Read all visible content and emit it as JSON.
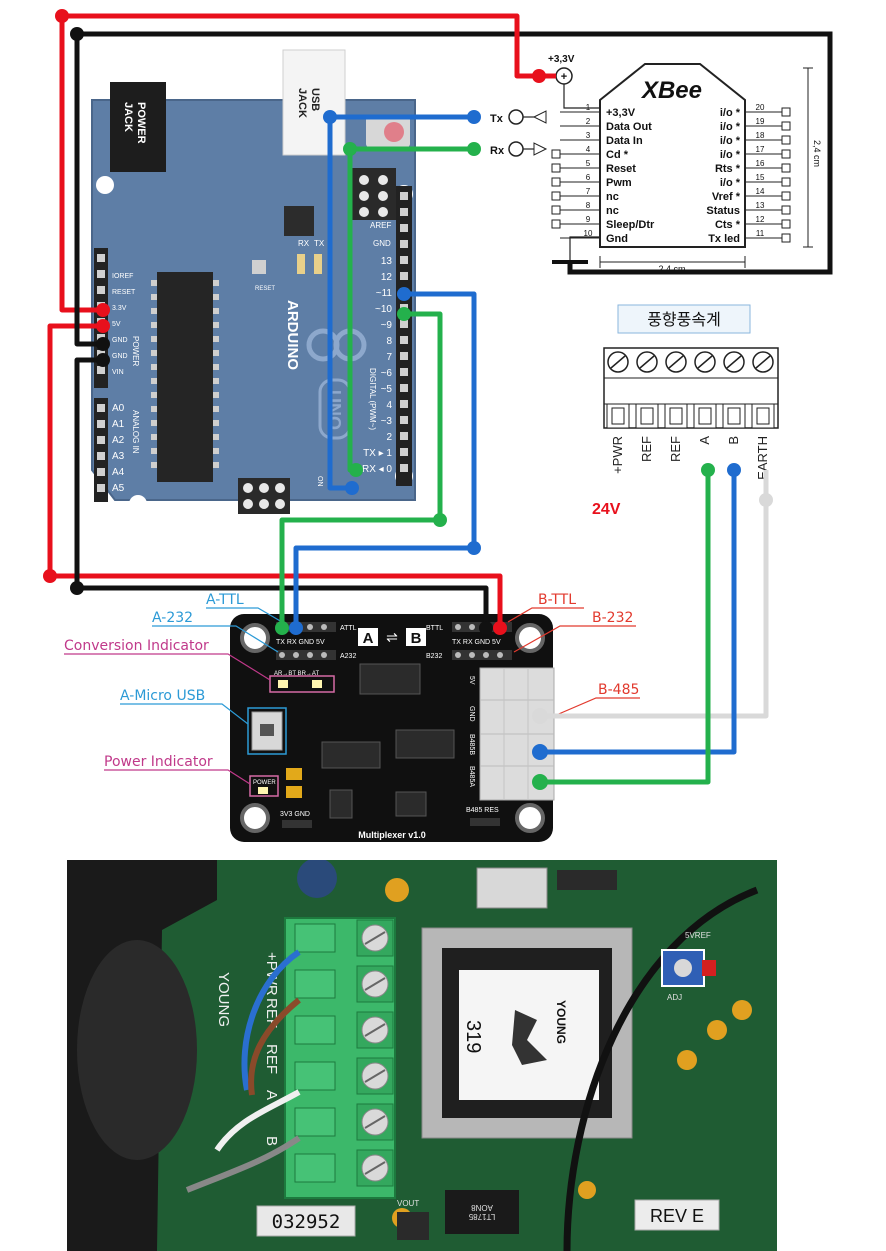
{
  "arduino": {
    "power_jack": [
      "POWER",
      "JACK"
    ],
    "usb_jack": [
      "USB",
      "JACK"
    ],
    "brand": "ARDUINO",
    "model": "UNO",
    "reset": "RESET",
    "on": "ON",
    "rx_led": "RX",
    "tx_led": "TX",
    "aref": "AREF",
    "gnd": "GND",
    "digital_pins": [
      "13",
      "12",
      "~11",
      "~10",
      "~9",
      "8",
      "7",
      "~6",
      "~5",
      "4",
      "~3",
      "2",
      "TX ▸ 1",
      "RX ◂ 0"
    ],
    "power_pins": [
      "IOREF",
      "RESET",
      "3.3V",
      "5V",
      "GND",
      "GND",
      "VIN"
    ],
    "analog_pins": [
      "A0",
      "A1",
      "A2",
      "A3",
      "A4",
      "A5"
    ],
    "power_label": "POWER",
    "analog_label": "ANALOG IN",
    "digital_label": "DIGITAL (PWM~)"
  },
  "xbee": {
    "title": "XBee",
    "supply": "+3,3V",
    "tx": "Tx",
    "rx": "Rx",
    "left_pins": [
      {
        "num": "1",
        "label": "+3,3V"
      },
      {
        "num": "2",
        "label": "Data Out"
      },
      {
        "num": "3",
        "label": "Data In"
      },
      {
        "num": "4",
        "label": "Cd *"
      },
      {
        "num": "5",
        "label": "Reset"
      },
      {
        "num": "6",
        "label": "Pwm"
      },
      {
        "num": "7",
        "label": "nc"
      },
      {
        "num": "8",
        "label": "nc"
      },
      {
        "num": "9",
        "label": "Sleep/Dtr"
      },
      {
        "num": "10",
        "label": "Gnd"
      }
    ],
    "right_pins": [
      {
        "num": "20",
        "label": "i/o *"
      },
      {
        "num": "19",
        "label": "i/o *"
      },
      {
        "num": "18",
        "label": "i/o *"
      },
      {
        "num": "17",
        "label": "i/o *"
      },
      {
        "num": "16",
        "label": "Rts *"
      },
      {
        "num": "15",
        "label": "i/o *"
      },
      {
        "num": "14",
        "label": "Vref *"
      },
      {
        "num": "13",
        "label": "Status"
      },
      {
        "num": "12",
        "label": "Cts *"
      },
      {
        "num": "11",
        "label": "Tx led"
      }
    ],
    "height_dim": "2,4 cm",
    "width_dim": "2,4 cm"
  },
  "sensor": {
    "title": "풍향풍속계",
    "terminals": [
      "+PWR",
      "REF",
      "REF",
      "A",
      "B",
      "EARTH"
    ],
    "voltage": "24V"
  },
  "multiplexer": {
    "name": "Multiplexer v1.0",
    "a_header": "TX RX GND 5V",
    "b_header": "TX RX GND 5V",
    "attl": "ATTL",
    "a232": "A232",
    "bttl": "BTTL",
    "b232": "B232",
    "switch_a": "A",
    "switch_b": "B",
    "indicators": "AR→BT  BR→AT",
    "power": "POWER",
    "supply_pins": "3V3 GND",
    "b485_pins": "B485 RES",
    "side_labels": [
      "5V",
      "GND",
      "B485B",
      "B485A"
    ]
  },
  "callouts": {
    "a_ttl": "A-TTL",
    "a_232": "A-232",
    "conversion": "Conversion Indicator",
    "a_micro_usb": "A-Micro USB",
    "power_indicator": "Power Indicator",
    "b_ttl": "B-TTL",
    "b_232": "B-232",
    "b_485": "B-485"
  },
  "photo": {
    "terminal_labels": [
      "+PWR",
      "REF",
      "REF",
      "A",
      "B"
    ],
    "brand": "YOUNG",
    "chip_number": "319",
    "chip_brand": "YOUNG",
    "serial": "032952",
    "revision": "REV E",
    "vout": "VOUT",
    "ic_marking": [
      "LT1785",
      "AON8"
    ],
    "adj": "ADJ",
    "vref": "5VREF"
  },
  "colors": {
    "red_wire": "#e8101c",
    "black_wire": "#111111",
    "blue_wire": "#1f6ccf",
    "green_wire": "#24b14c",
    "grey_wire": "#d9d9d9",
    "arduino_board": "#5e7ea6",
    "pcb_green": "#1e5a2e",
    "terminal_green": "#3cb86a",
    "callout_pink": "#c0398a",
    "callout_blue": "#2c9ad6",
    "callout_red": "#e23a2e"
  }
}
